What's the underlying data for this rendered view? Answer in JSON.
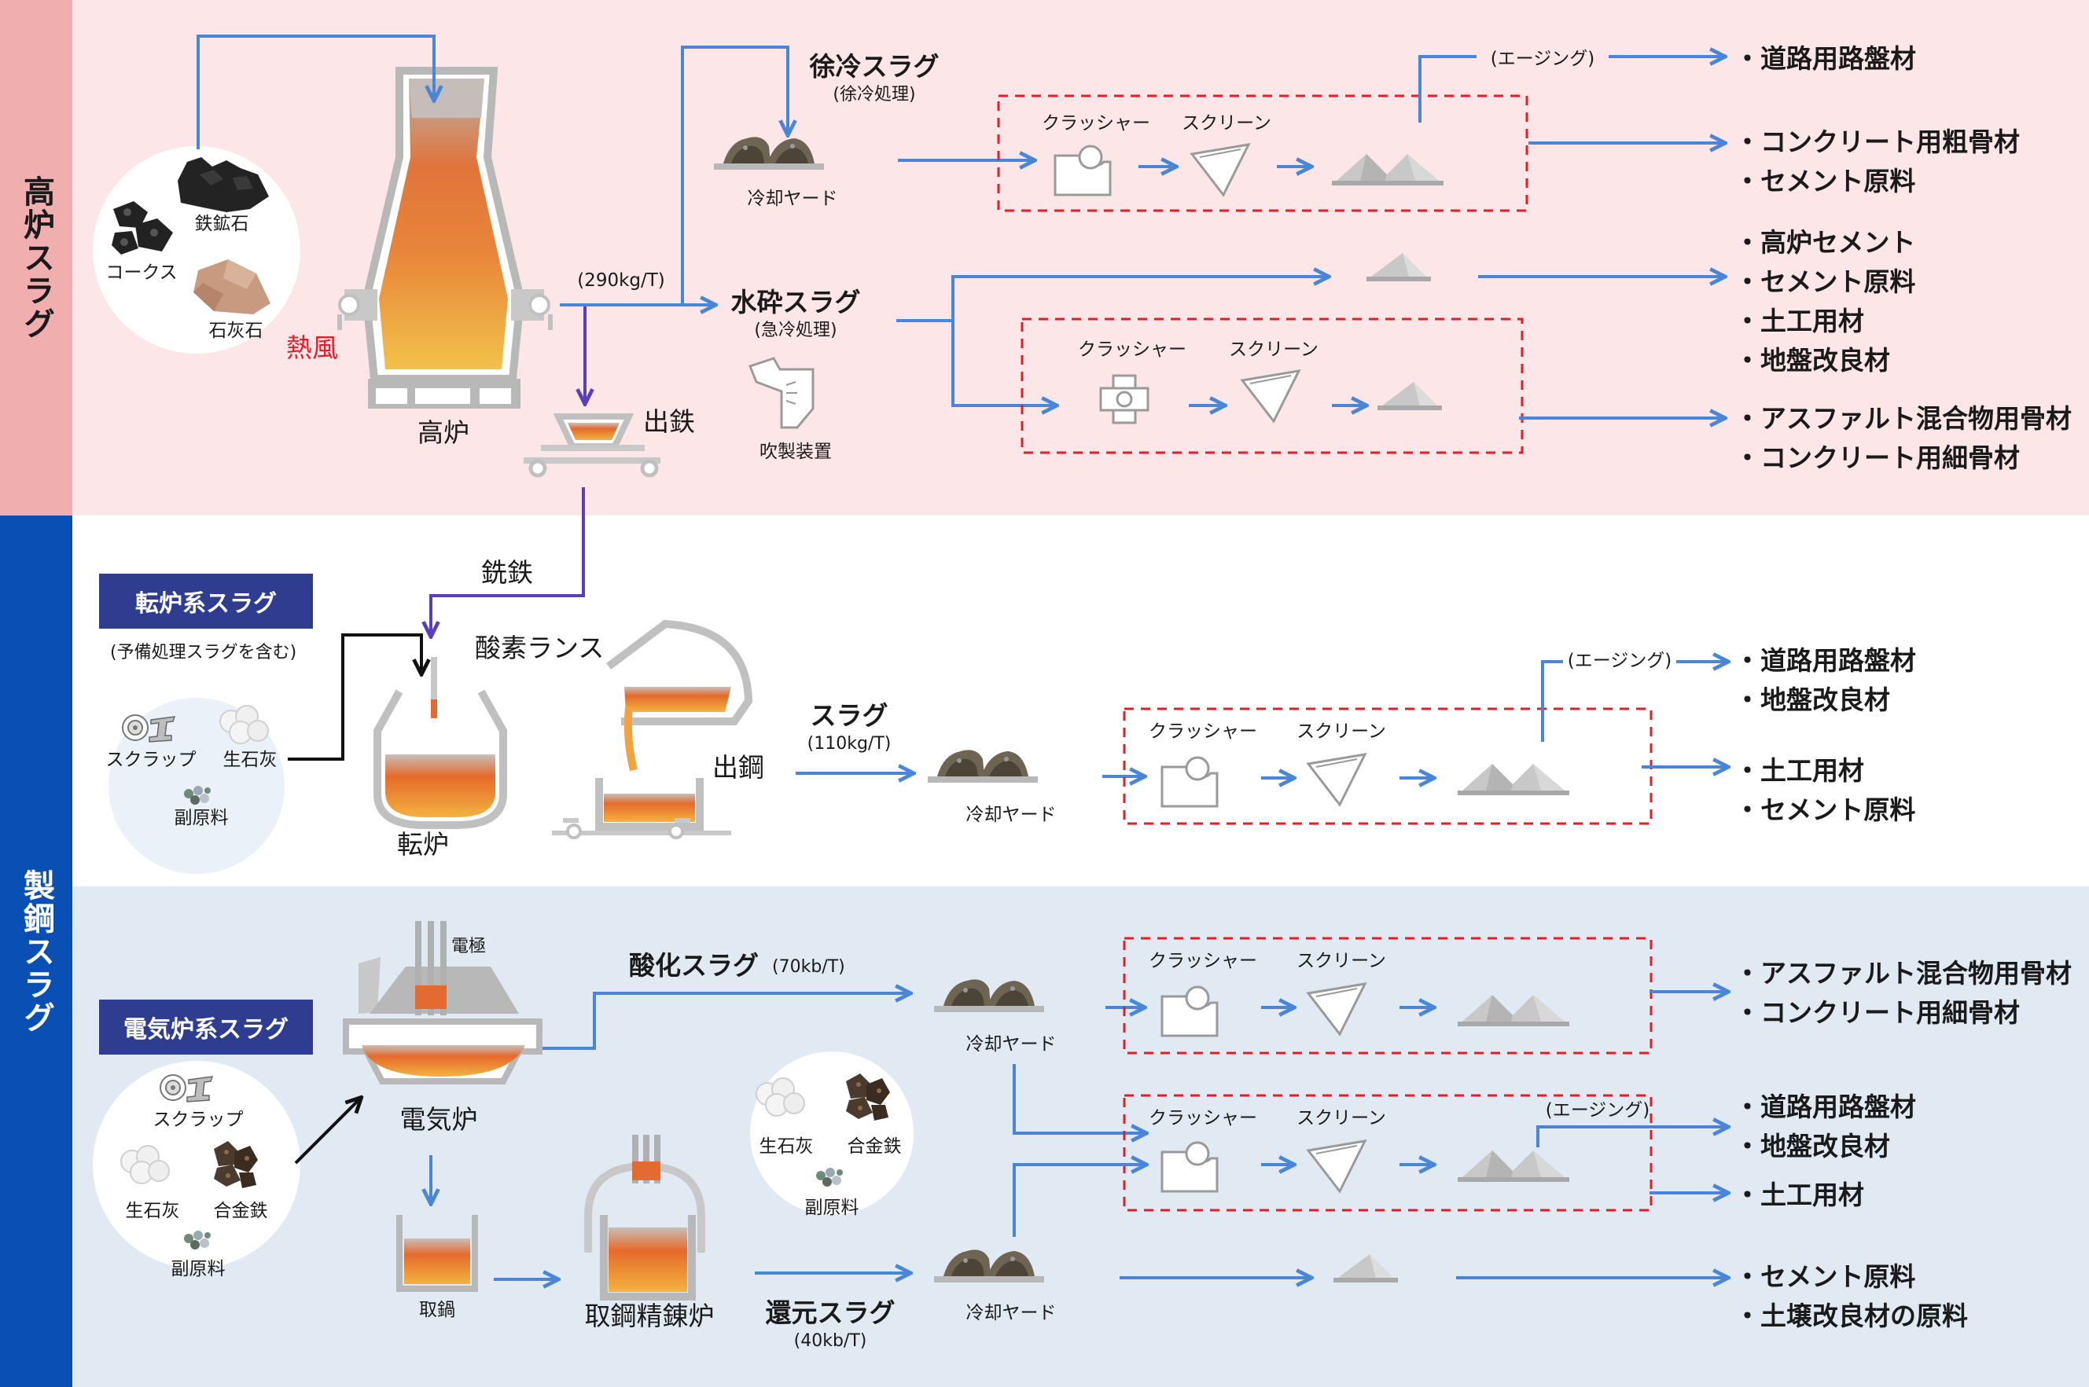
{
  "sections": {
    "blast_furnace_slag": "高炉スラグ",
    "steelmaking_slag": "製鋼スラグ"
  },
  "colors": {
    "band_blast_furnace": "#fde6e8",
    "band_blast_furnace_label": "#f1aeaf",
    "band_steel_label": "#0a4fb3",
    "band_eaf": "#e1e9f2",
    "flow_arrow": "#4a86d8",
    "iron_arrow": "#5b3fb8",
    "dashed_box": "#e51d26",
    "badge": "#2e3d8f",
    "hot_air_text": "#e51d26"
  },
  "blast_furnace": {
    "raw_materials": {
      "iron_ore": "鉄鉱石",
      "coke": "コークス",
      "limestone": "石灰石"
    },
    "hot_air": "熱風",
    "furnace": "高炉",
    "tap": "出鉄",
    "rate": "(290kg/T)",
    "slow_cooled": {
      "title": "徐冷スラグ",
      "sub": "(徐冷処理)",
      "yard": "冷却ヤード"
    },
    "granulated": {
      "title": "水砕スラグ",
      "sub": "(急冷処理)",
      "device": "吹製装置"
    },
    "crusher": "クラッシャー",
    "screen": "スクリーン",
    "aging": "(エージング)",
    "outputs": [
      "・道路用路盤材",
      "・コンクリート用粗骨材",
      "・セメント原料",
      "・高炉セメント",
      "・セメント原料",
      "・土工用材",
      "・地盤改良材",
      "・アスファルト混合物用骨材",
      "・コンクリート用細骨材"
    ]
  },
  "converter": {
    "badge": "転炉系スラグ",
    "note": "(予備処理スラグを含む)",
    "materials": {
      "scrap": "スクラップ",
      "quicklime": "生石灰",
      "auxiliary": "副原料"
    },
    "pig_iron": "銑鉄",
    "lance": "酸素ランス",
    "furnace": "転炉",
    "tap": "出鋼",
    "slag": {
      "title": "スラグ",
      "rate": "(110kg/T)"
    },
    "yard": "冷却ヤード",
    "crusher": "クラッシャー",
    "screen": "スクリーン",
    "aging": "(エージング)",
    "outputs": [
      "・道路用路盤材",
      "・地盤改良材",
      "・土工用材",
      "・セメント原料"
    ]
  },
  "eaf": {
    "badge": "電気炉系スラグ",
    "materials": {
      "scrap": "スクラップ",
      "quicklime": "生石灰",
      "alloy": "合金鉄",
      "auxiliary": "副原料"
    },
    "electrode": "電極",
    "furnace": "電気炉",
    "ladle": "取鍋",
    "refining": "取鋼精錬炉",
    "oxidized": {
      "title": "酸化スラグ",
      "rate": "(70kb/T)"
    },
    "reduced": {
      "title": "還元スラグ",
      "rate": "(40kb/T)"
    },
    "refining_materials": {
      "quicklime": "生石灰",
      "alloy": "合金鉄",
      "auxiliary": "副原料"
    },
    "yard": "冷却ヤード",
    "crusher": "クラッシャー",
    "screen": "スクリーン",
    "aging": "(エージング)",
    "outputs": [
      "・アスファルト混合物用骨材",
      "・コンクリート用細骨材",
      "・道路用路盤材",
      "・地盤改良材",
      "・土工用材",
      "・セメント原料",
      "・土壌改良材の原料"
    ]
  }
}
